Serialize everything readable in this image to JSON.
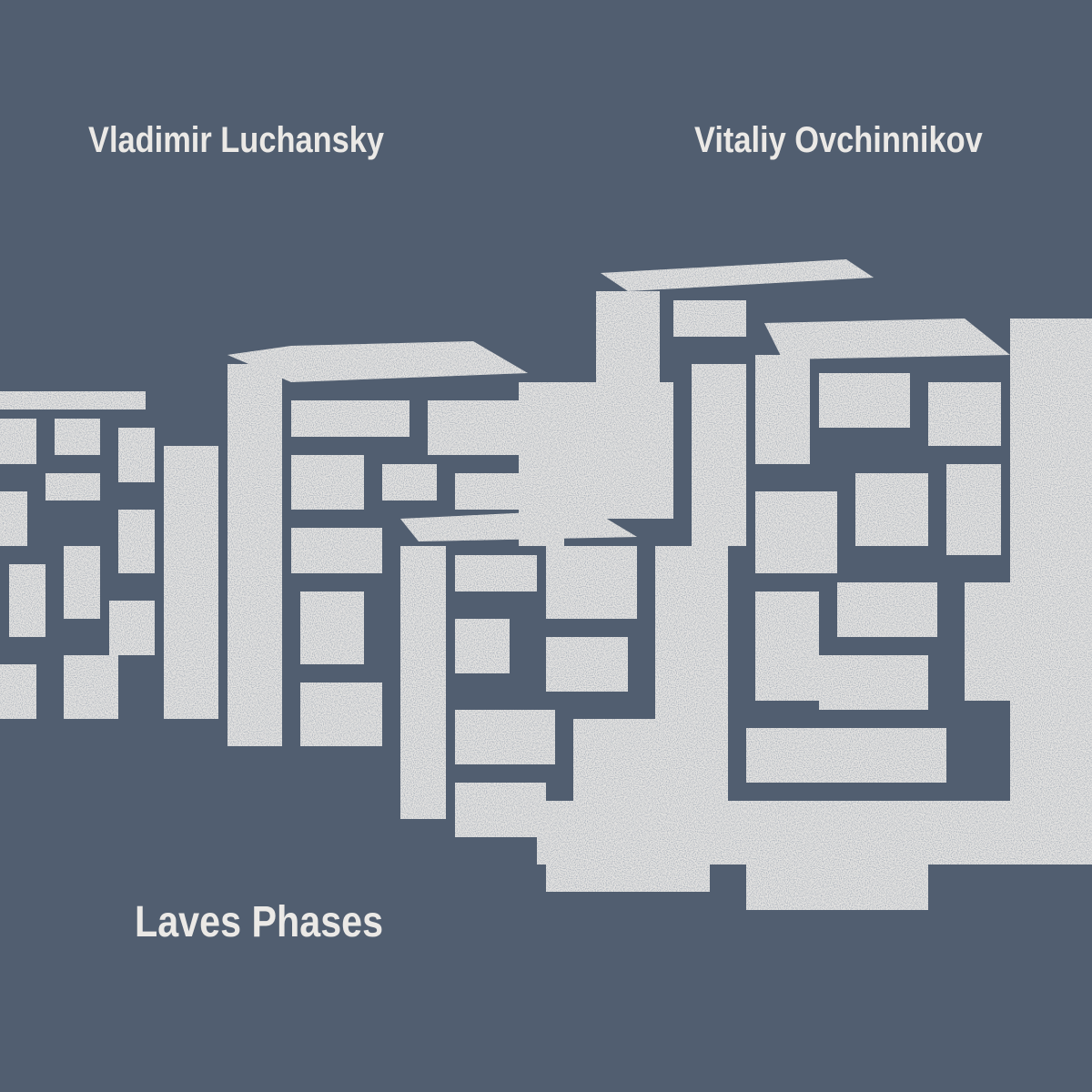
{
  "cover": {
    "artist_left": "Vladimir Luchansky",
    "artist_right": "Vitaliy Ovchinnikov",
    "title": "Laves Phases"
  },
  "colors": {
    "background": "#515e70",
    "foreground": "#ebe9e6"
  }
}
